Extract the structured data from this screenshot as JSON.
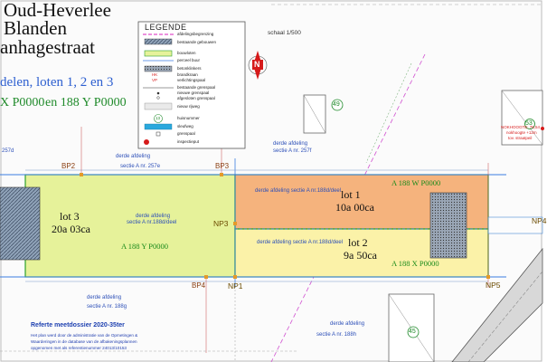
{
  "title": {
    "line1": "Oud-Heverlee",
    "line2": "Blanden",
    "line3": "anhagestraat",
    "line4": "delen, loten 1, 2 en 3",
    "line5a": "X P0000",
    "line5b": "en 188 Y P0000"
  },
  "legend": {
    "title": "LEGENDE",
    "items": [
      "afdelingsbegrenzing",
      "bestaande gebouwen",
      "bouwloten",
      "perceel buur",
      "betonklinkers",
      "brandkraan",
      "verlichtingspaal",
      "bestaande grenspaal",
      "nieuwe grenspaal",
      "afgesloten grenspaal",
      "nieuw rijweg",
      "huisnummer",
      "sleufweg",
      "grenspaal",
      "inspectieput"
    ],
    "marker_hk": "HK",
    "marker_vp": "VP",
    "marker_number": "13"
  },
  "scale": "schaal 1/500",
  "north_symbol": "N",
  "points": {
    "bp2": "BP2",
    "bp3": "BP3",
    "bp4": "BP4",
    "np1": "NP1",
    "np3": "NP3",
    "np4": "NP4",
    "np5": "NP5"
  },
  "lots": {
    "lot1": {
      "name": "lot 1",
      "area": "10a 00ca",
      "code": "A 188 W P0000",
      "parcel": "derde afdeling sectie A nr.188d/deel"
    },
    "lot2": {
      "name": "lot 2",
      "area": "9a 50ca",
      "code": "A 188 X P0000",
      "parcel": "derde afdeling sectie A nr.188d/deel"
    },
    "lot3": {
      "name": "lot 3",
      "area": "20a 03ca",
      "code": "A 188 Y P0000",
      "parcel_line1": "derde afdeling",
      "parcel_line2": "sectie A nr.188d/deel"
    }
  },
  "neighbors": {
    "top_left_a": "derde afdeling",
    "top_left_b": "sectie A nr. 257e",
    "top_right_a": "derde afdeling",
    "top_right_b": "sectie A nr. 257f",
    "far_left": "257d",
    "bottom_left_a": "derde afdeling",
    "bottom_left_b": "sectie A nr. 188g",
    "bottom_right_a": "derde afdeling",
    "bottom_right_b": "sectie A nr. 188h"
  },
  "house_numbers": [
    "49",
    "53",
    "45"
  ],
  "annotation_red": [
    "NOKHOOGTE: 76,54",
    "nokhoogte +12m",
    "tov. straatpeil"
  ],
  "reference": {
    "title": "Referte meetdossier 2020-35ter",
    "note_lines": [
      "Het plan werd door de administratie van de Opmetingen &",
      "Waarderingen in de database van de afbakeningsplannen",
      "opgenomen met als referentienummer 24013/10153"
    ]
  },
  "colors": {
    "lot1_fill": "#f5b37d",
    "lot2_fill": "#fbf2a8",
    "lot3_fill": "#e6f29a",
    "boundary_blue": "#3b7ee0",
    "border_green": "#2da02d",
    "building_grey": "#d9d9d9",
    "red_marker": "#d61a1a"
  }
}
